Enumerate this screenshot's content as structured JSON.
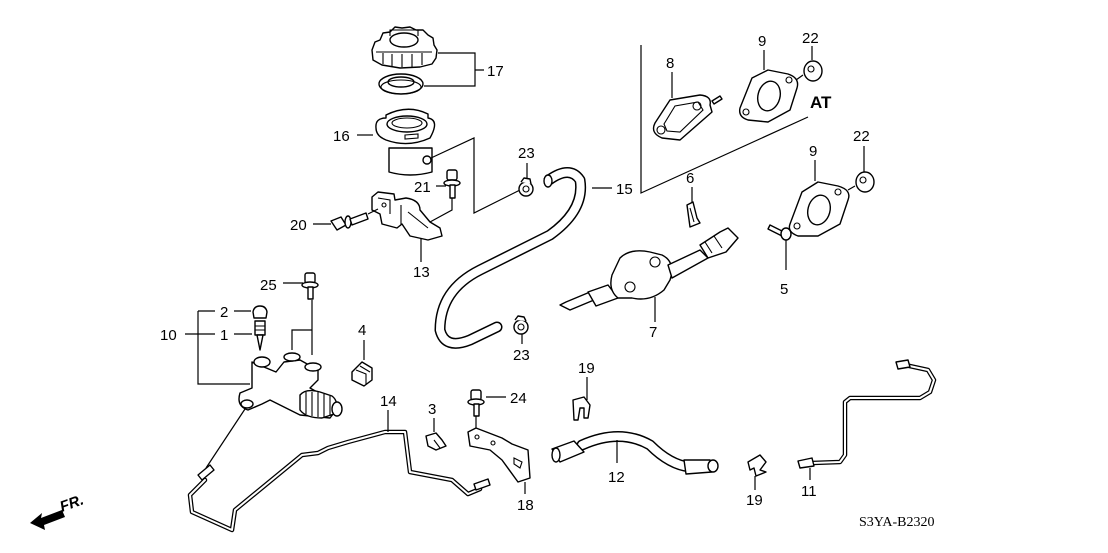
{
  "diagram": {
    "type": "exploded-parts-diagram",
    "subject": "clutch master cylinder / slave cylinder assembly",
    "reference_code": "S3YA-B2320",
    "variant_label": "AT",
    "direction_label": "FR.",
    "callouts": {
      "c1": "1",
      "c2": "2",
      "c3": "3",
      "c4": "4",
      "c5": "5",
      "c6": "6",
      "c7": "7",
      "c8": "8",
      "c9a": "9",
      "c9b": "9",
      "c10": "10",
      "c11": "11",
      "c12": "12",
      "c13": "13",
      "c14": "14",
      "c15": "15",
      "c16": "16",
      "c17": "17",
      "c18": "18",
      "c19a": "19",
      "c19b": "19",
      "c20": "20",
      "c21": "21",
      "c22a": "22",
      "c22b": "22",
      "c23a": "23",
      "c23b": "23",
      "c24": "24",
      "c25": "25"
    }
  }
}
